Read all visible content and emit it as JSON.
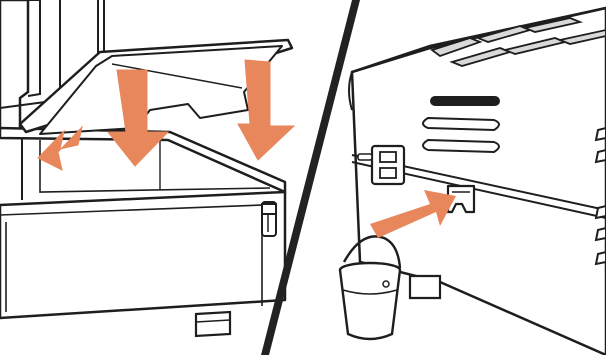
{
  "colors": {
    "arrow": "#E8875C",
    "line": "#1E1E1E",
    "background": "#FFFFFF",
    "vent": "#D9D9D9",
    "divider": "#222222"
  },
  "panels": [
    {
      "id": "left-panel",
      "subject": "cooler-lid-closing",
      "arrows": 3
    },
    {
      "id": "right-panel",
      "subject": "drain-bucket-hook",
      "arrows": 1
    }
  ],
  "icons": [
    "cooler-icon",
    "lid-icon",
    "latch-icon",
    "hook-icon",
    "bucket-icon",
    "arrow-icon"
  ]
}
